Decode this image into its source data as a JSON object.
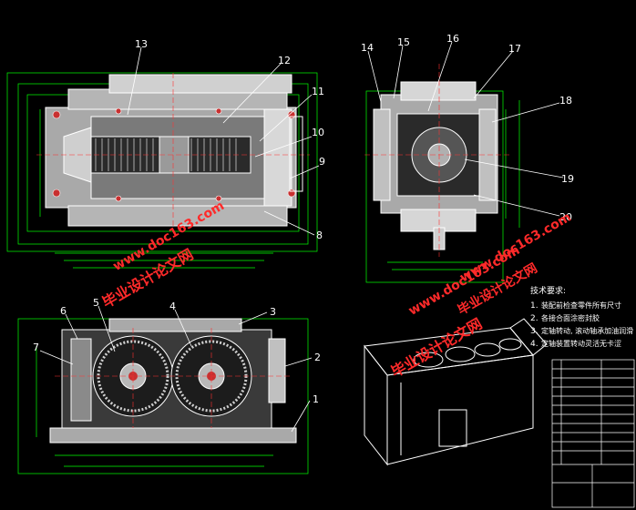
{
  "drawing": {
    "part_callouts": [
      "1",
      "2",
      "3",
      "4",
      "5",
      "6",
      "7",
      "8",
      "9",
      "10",
      "11",
      "12",
      "13",
      "14",
      "15",
      "16",
      "17",
      "18",
      "19",
      "20"
    ],
    "watermarks": [
      {
        "cn": "毕业设计论文网",
        "url": "www.doc163.com"
      },
      {
        "cn": "毕业设计论文网",
        "url": "www.doc163.com"
      },
      {
        "cn": "毕业设计论文网",
        "url": "www.doc163.com"
      }
    ],
    "tech_requirements": {
      "title": "技术要求:",
      "items": [
        {
          "num": "1.",
          "text": "装配前检查零件所有尺寸"
        },
        {
          "num": "2.",
          "text": "各接合面涂密封胶"
        },
        {
          "num": "3.",
          "text": "定轴转动, 滚动轴承加油润滑"
        },
        {
          "num": "4.",
          "text": "定轴装置转动灵活无卡涩"
        }
      ]
    },
    "colors": {
      "background": "#000000",
      "outline": "#ffffff",
      "dimension": "#00ff00",
      "centerline": "#ff3030",
      "hidden": "#00c8ff",
      "fill": "#bdbdbd",
      "watermark": "#ff2a2a"
    }
  }
}
